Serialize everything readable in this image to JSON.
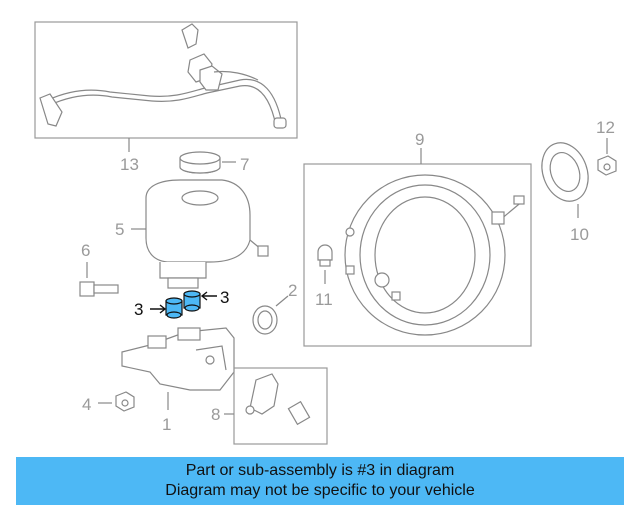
{
  "colors": {
    "highlight": "#4db8f5",
    "banner_bg": "#4db8f5",
    "callout_gray": "#9a9a9a",
    "line_gray": "#888888"
  },
  "callouts": {
    "c1": "1",
    "c2": "2",
    "c3a": "3",
    "c3b": "3",
    "c4": "4",
    "c5": "5",
    "c6": "6",
    "c7": "7",
    "c8": "8",
    "c9": "9",
    "c10": "10",
    "c11": "11",
    "c12": "12",
    "c13": "13"
  },
  "banner": {
    "line1": "Part or sub-assembly is #3 in diagram",
    "line2": "Diagram may not be specific to your vehicle"
  }
}
